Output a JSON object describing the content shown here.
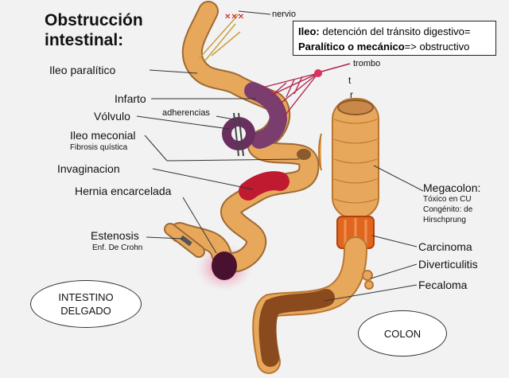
{
  "title_line1": "Obstrucción",
  "title_line2": "intestinal:",
  "definition": {
    "line1_bold": "Ileo:",
    "line1_rest": " detención del  tránsito digestivo=",
    "line2_bold": "Paralítico o mecánico",
    "line2_rest": "=> obstructivo"
  },
  "labels": {
    "nervio": "nervio",
    "trombo": "trombo",
    "ileo_paralitico": "Ileo paralítico",
    "infarto": "Infarto",
    "adherencias": "adherencias",
    "volvulo": "Vólvulo",
    "ileo_meconial": "Ileo meconial",
    "fibrosis": "Fibrosis quística",
    "invaginacion": "Invaginacion",
    "hernia": "Hernia encarcelada",
    "estenosis": "Estenosis",
    "crohn": "Enf. De Crohn",
    "megacolon": "Megacolon:",
    "toxico": "Tóxico en CU",
    "congenito1": "Congénito: de",
    "congenito2": "Hirschprung",
    "carcinoma": "Carcinoma",
    "diverticulitis": "Diverticulitis",
    "fecaloma": "Fecaloma",
    "tr_t": "t",
    "tr_r": "r"
  },
  "ovals": {
    "intestino_line1": "INTESTINO",
    "intestino_line2": "DELGADO",
    "colon": "COLON"
  },
  "colors": {
    "intestine": "#e8a85c",
    "intestine_dark": "#b97530",
    "infarct": "#7b3d6e",
    "vessel": "#b0204a",
    "carcinoma": "#e0661e",
    "fecaloma": "#8a4a1e",
    "strangulated": "#4a1030"
  }
}
